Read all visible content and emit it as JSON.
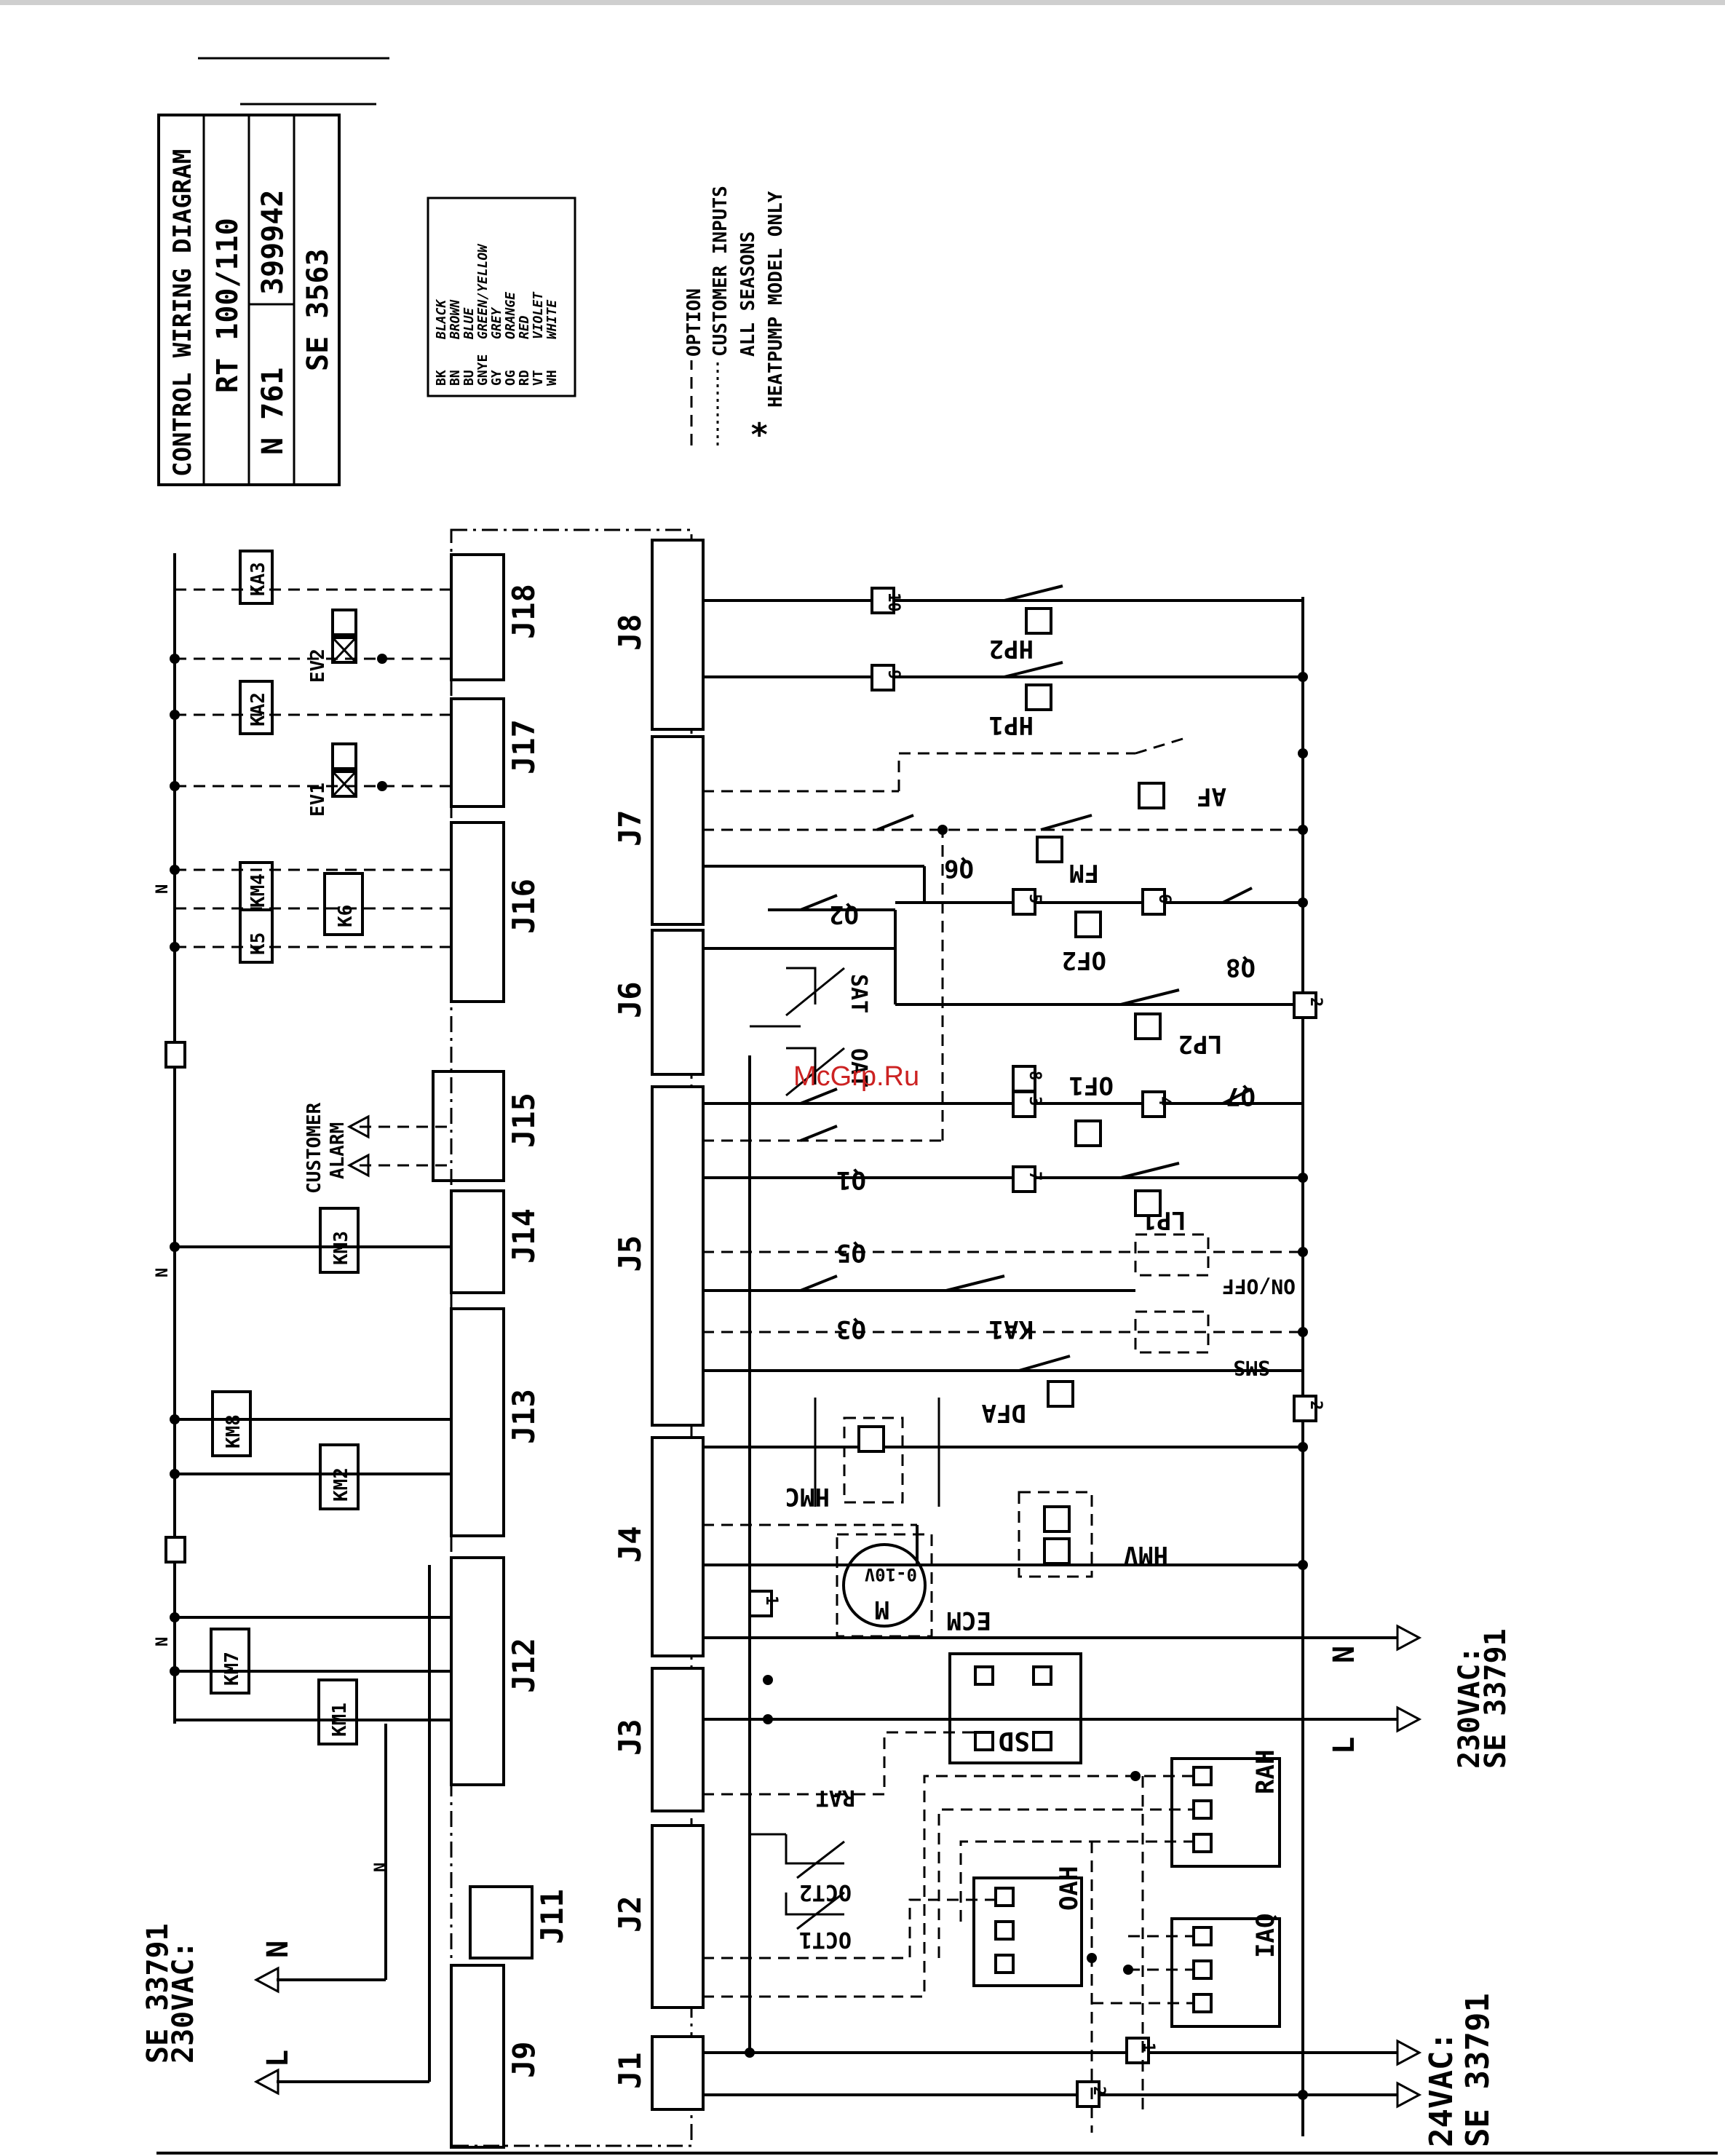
{
  "watermark": "McGrp.Ru",
  "title_block": {
    "title": "CONTROL WIRING DIAGRAM",
    "model": "RT 100/110",
    "n_label": "N 761",
    "number": "399942",
    "se": "SE 3563"
  },
  "wire_colors": [
    {
      "code": "BK",
      "name": "BLACK"
    },
    {
      "code": "BN",
      "name": "BROWN"
    },
    {
      "code": "BU",
      "name": "BLUE"
    },
    {
      "code": "GNYE",
      "name": "GREEN/YELLOW"
    },
    {
      "code": "GY",
      "name": "GREY"
    },
    {
      "code": "OG",
      "name": "ORANGE"
    },
    {
      "code": "RD",
      "name": "RED"
    },
    {
      "code": "VT",
      "name": "VIOLET"
    },
    {
      "code": "WH",
      "name": "WHITE"
    }
  ],
  "legend": {
    "option": "OPTION",
    "customer_inputs": "CUSTOMER INPUTS",
    "all_seasons": "ALL SEASONS",
    "heatpump": "HEATPUMP MODEL ONLY",
    "star": "*"
  },
  "connectors": [
    "J1",
    "J2",
    "J3",
    "J4",
    "J5",
    "J6",
    "J7",
    "J8",
    "J9",
    "J11",
    "J12",
    "J13",
    "J14",
    "J15",
    "J16",
    "J17",
    "J18"
  ],
  "contactors": [
    "KM1",
    "KM2",
    "KM3",
    "KM4",
    "KM7",
    "KM8",
    "K5",
    "K6",
    "KA2",
    "KA3",
    "EV1",
    "EV2"
  ],
  "components": {
    "hp1": "HP1",
    "hp2": "HP2",
    "af": "AF",
    "fm": "FM",
    "q6": "Q6",
    "q2": "Q2",
    "of2": "OF2",
    "q8": "Q8",
    "sat": "SAT",
    "oat": "OAT",
    "lp2": "LP2",
    "of1": "OF1",
    "q7": "Q7",
    "q1": "Q1",
    "lp1": "LP1",
    "q5": "Q5",
    "onoff": "ON/OFF",
    "q3": "Q3",
    "ka1": "KA1",
    "sms": "SMS",
    "dfa": "DFA",
    "hmc": "HMC",
    "hmv": "HMV",
    "ecm": "ECM",
    "ecm_m": "M",
    "ecm_range": "0-10V",
    "rat": "RAT",
    "sd": "SD",
    "rah": "RAH",
    "oah": "OAH",
    "iaq": "IAQ",
    "oct1": "OCT1",
    "oct2": "OCT2"
  },
  "supply": {
    "top_voltage": "230VAC:",
    "top_se": "SE 33791",
    "mid_voltage": "230VAC:",
    "mid_se": "SE 33791",
    "bottom_voltage": "24VAC:",
    "bottom_se": "SE 33791",
    "L": "L",
    "N": "N"
  },
  "customer_alarm": [
    "CUSTOMER",
    "ALARM"
  ]
}
